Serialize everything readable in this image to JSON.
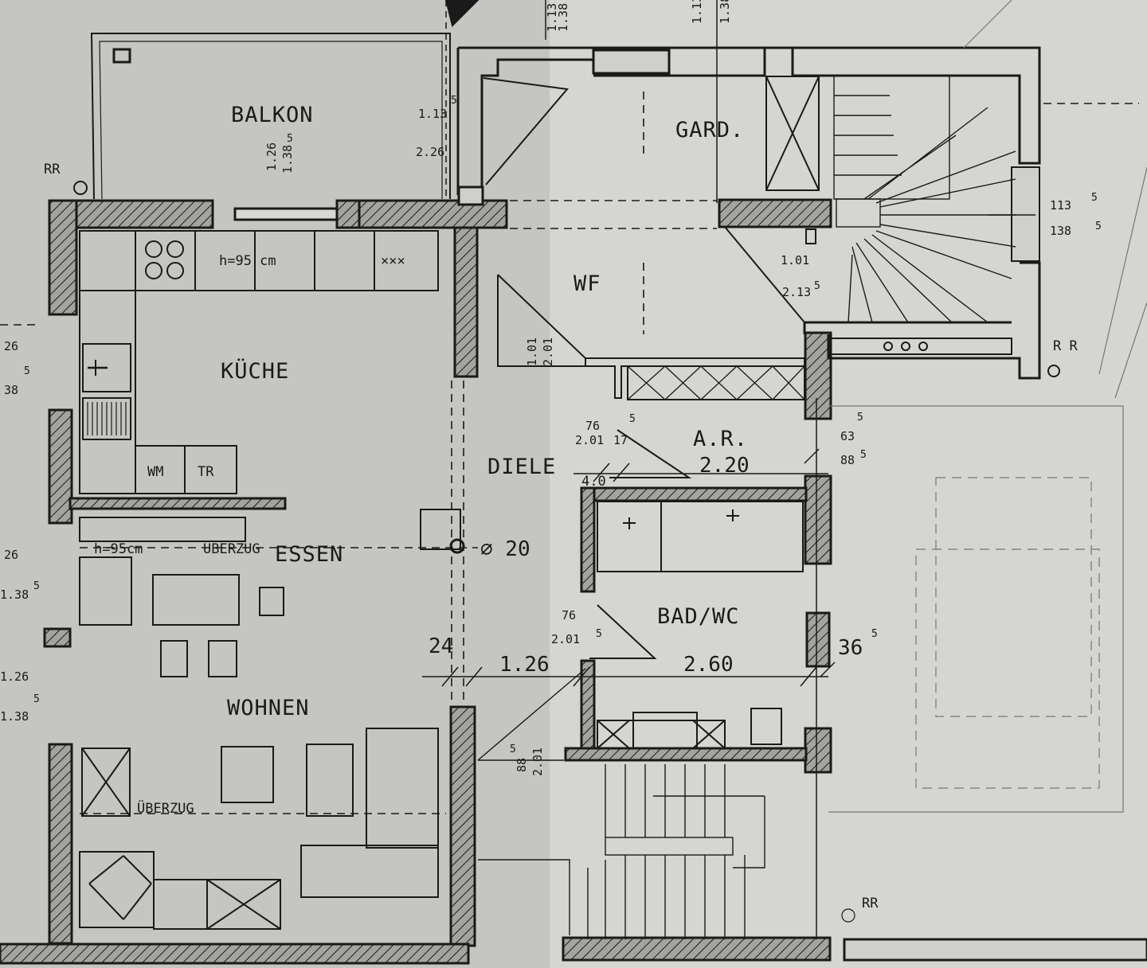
{
  "colors": {
    "paper": "#cfcfcb",
    "ink": "#1a1a1a",
    "wall_fill": "#9d9d99",
    "grey_left": "#c7c7c3",
    "grey_right": "#d6d6d2"
  },
  "rooms": {
    "balkon": "BALKON",
    "kueche": "KÜCHE",
    "essen": "ESSEN",
    "wohnen": "WOHNEN",
    "diele": "DIELE",
    "gard": "GARD.",
    "wf": "WF",
    "ar": "A.R.",
    "bad": "BAD/WC"
  },
  "labels": {
    "rr_top_left": "RR",
    "rr_right": "R R",
    "rr_bottom": "RR",
    "counter_height": "h=95 cm",
    "counter_marks": "×××",
    "wm": "WM",
    "tr": "TR",
    "table_height": "h=95cm",
    "ueberzug_top": "ÜBERZUG",
    "ueberzug_bottom": "ÜBERZUG",
    "diameter": "⌀ 20",
    "stair_tag": "4.0"
  },
  "dims": {
    "d113": "1.13",
    "d226": "2.26",
    "d126": "1.26",
    "d138": "1.38",
    "d101": "1.01",
    "d213": "2.13",
    "d113b": "113",
    "d138b": "138",
    "d201": "2.01",
    "d76": "76",
    "d17": "17",
    "d220": "2.20",
    "d63": "63",
    "d88": "88",
    "d36": "36",
    "d24": "24",
    "d126b": "1.26",
    "d260": "2.60",
    "d5": "5",
    "left_26": "26",
    "left_138": "38",
    "left_126": "1.26",
    "left_138b": "1.38",
    "top_113": "1.13",
    "top_138": "1.38"
  }
}
